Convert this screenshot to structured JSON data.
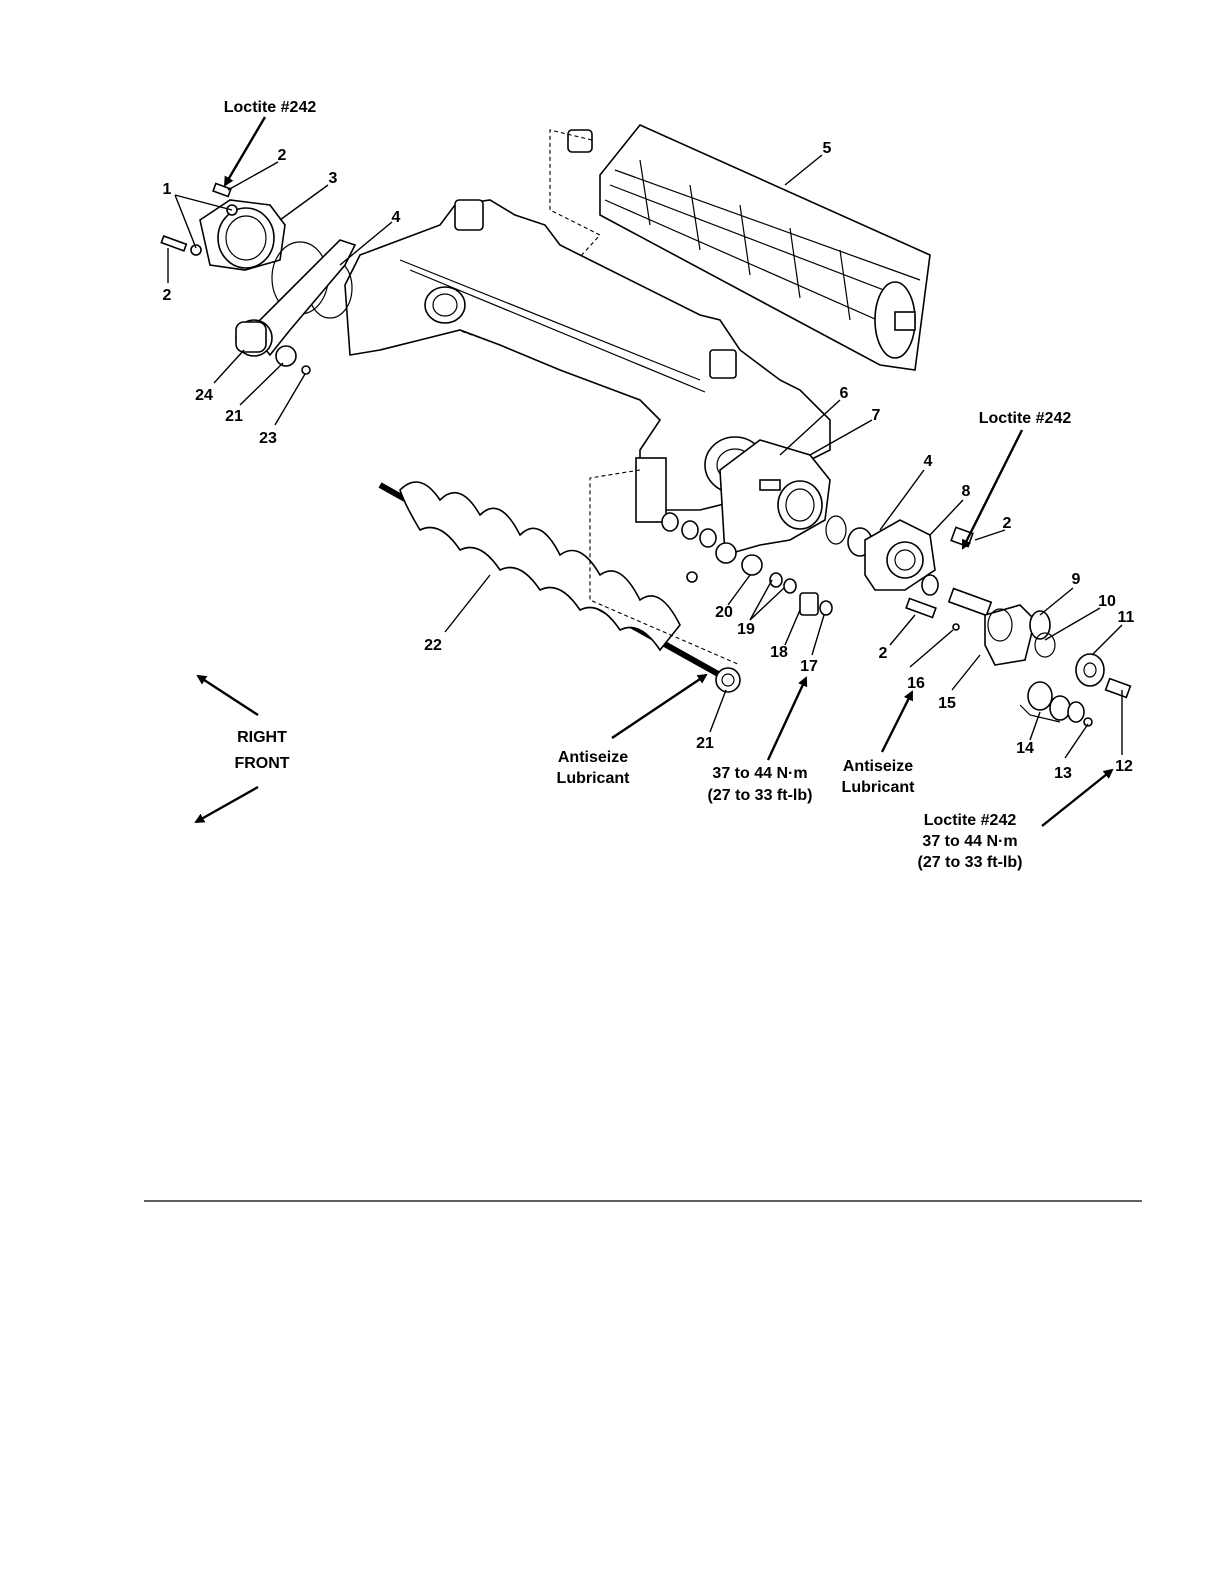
{
  "callouts": {
    "c1": "1",
    "c2a": "2",
    "c2b": "2",
    "c2c": "2",
    "c2d": "2",
    "c3": "3",
    "c4a": "4",
    "c4b": "4",
    "c5": "5",
    "c6": "6",
    "c7": "7",
    "c8": "8",
    "c9": "9",
    "c10": "10",
    "c11": "11",
    "c12": "12",
    "c13": "13",
    "c14": "14",
    "c15": "15",
    "c16": "16",
    "c17": "17",
    "c18": "18",
    "c19": "19",
    "c20": "20",
    "c21a": "21",
    "c21b": "21",
    "c22": "22",
    "c23": "23",
    "c24": "24"
  },
  "notes": {
    "loctite_top_left": "Loctite #242",
    "loctite_right": "Loctite #242",
    "antiseize_left_line1": "Antiseize",
    "antiseize_left_line2": "Lubricant",
    "antiseize_right_line1": "Antiseize",
    "antiseize_right_line2": "Lubricant",
    "torque_17_line1": "37 to 44 N·m",
    "torque_17_line2": "(27 to 33 ft-lb)",
    "loctite_12_line1": "Loctite #242",
    "loctite_12_line2": "37 to 44 N·m",
    "loctite_12_line3": "(27 to 33 ft-lb)"
  },
  "orientation": {
    "right": "RIGHT",
    "front": "FRONT"
  },
  "colors": {
    "ink": "#000000",
    "paper": "#ffffff"
  }
}
